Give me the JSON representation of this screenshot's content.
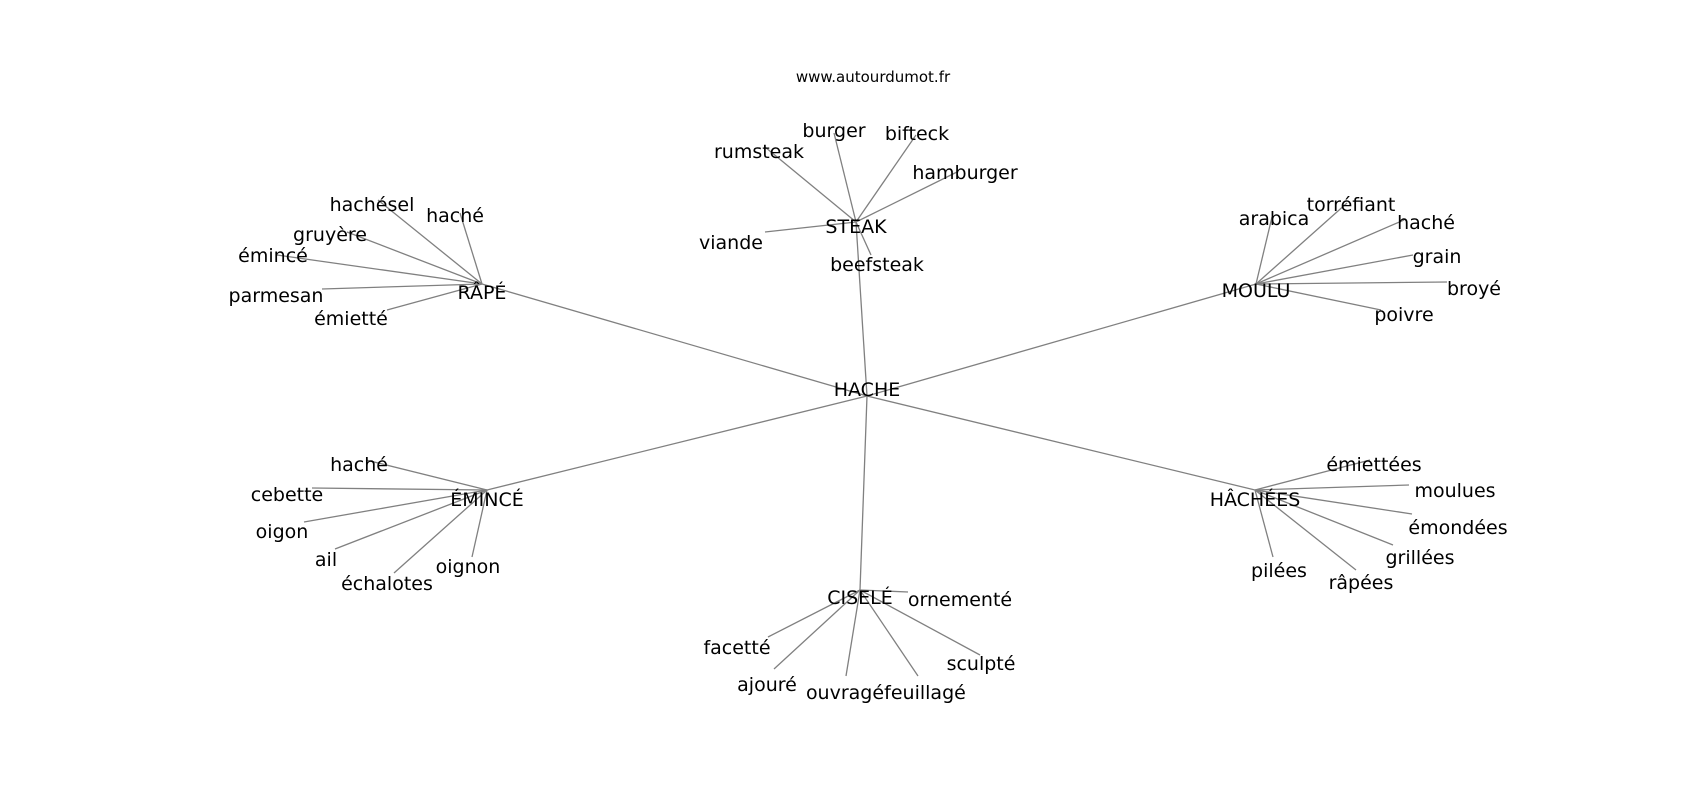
{
  "source": "www.autourdumot.fr",
  "center": "HACHE",
  "hubs": [
    {
      "id": "steak",
      "label": "STEAK",
      "leaves": [
        "burger",
        "bifteck",
        "rumsteak",
        "hamburger",
        "viande",
        "beefsteak"
      ]
    },
    {
      "id": "rape",
      "label": "RÂPÉ",
      "leaves": [
        "hachésel",
        "haché",
        "gruyère",
        "émincé",
        "parmesan",
        "émietté"
      ]
    },
    {
      "id": "moulu",
      "label": "MOULU",
      "leaves": [
        "arabica",
        "torréfiant",
        "haché",
        "grain",
        "broyé",
        "poivre"
      ]
    },
    {
      "id": "emince",
      "label": "ÉMINCÉ",
      "leaves": [
        "haché",
        "cebette",
        "oigon",
        "ail",
        "oignon",
        "échalotes"
      ]
    },
    {
      "id": "hachees",
      "label": "HÂCHÉES",
      "leaves": [
        "émiettées",
        "moulues",
        "émondées",
        "grillées",
        "pilées",
        "râpées"
      ]
    },
    {
      "id": "cisele",
      "label": "CISELÉ",
      "leaves": [
        "ornementé",
        "facetté",
        "ajouré",
        "ouvragé",
        "feuillagé",
        "sculpté"
      ]
    }
  ]
}
